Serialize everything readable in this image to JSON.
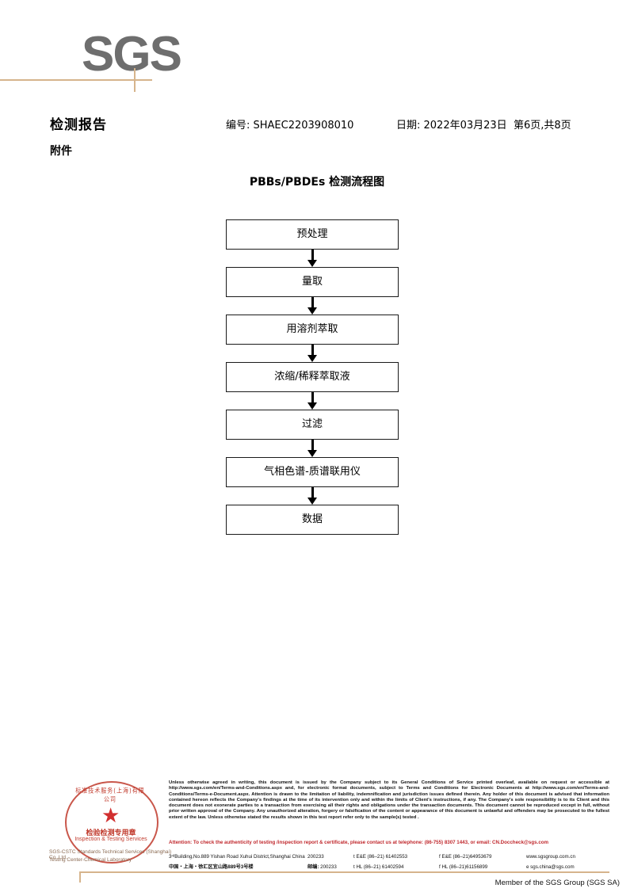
{
  "brand": {
    "logo_text": "SGS"
  },
  "header": {
    "report_title": "检测报告",
    "attachment_label": "附件",
    "report_no": "编号: SHAEC2203908010",
    "date": "日期: 2022年03月23日",
    "page_info": "第6页,共8页"
  },
  "flowchart": {
    "title": "PBBs/PBDEs 检测流程图",
    "steps": [
      {
        "label": "预处理"
      },
      {
        "label": "量取"
      },
      {
        "label": "用溶剂萃取"
      },
      {
        "label": "浓缩/稀释萃取液"
      },
      {
        "label": "过滤"
      },
      {
        "label": "气相色谱-质谱联用仪"
      },
      {
        "label": "数据"
      }
    ]
  },
  "seal": {
    "arc_text": "标准技术服务(上海)有限公司",
    "cn_text": "检验检测专用章",
    "en_text": "Inspection & Testing Services",
    "company_line1": "SGS-CSTC Standards Technical Services (Shanghai) Co.,Ltd.",
    "company_line2": "Testing Center-Chemical Laboratory",
    "star_glyph": "★",
    "color": "#c0392b"
  },
  "footer": {
    "legal_text": "Unless otherwise agreed in writing, this document is issued by the Company subject to its General Conditions of Service printed overleaf, available on request or accessible at http://www.sgs.com/en/Terms-and-Conditions.aspx and, for electronic format documents, subject to Terms and Conditions for Electronic Documents at http://www.sgs.com/en/Terms-and-Conditions/Terms-e-Document.aspx. Attention is drawn to the limitation of liability, indemnification and jurisdiction issues defined therein. Any holder of this document is advised that information contained hereon reflects the Company's findings at the time of its intervention only and within the limits of Client's instructions, if any. The Company's sole responsibility is to its Client and this document does not exonerate parties to a transaction from exercising all their rights and obligations under the transaction documents. This document cannot be reproduced except in full, without prior written approval of the Company. Any unauthorized alteration, forgery or falsification of the content or appearance of this document is unlawful and offenders may be prosecuted to the fullest extent of the law. Unless otherwise stated the results shown in this test report refer only to the sample(s) tested .",
    "attention_text": "Attention: To check the authenticity of testing /inspection report & certificate, please contact us at telephone: (86-755) 8307 1443, or email: CN.Doccheck@sgs.com",
    "address_en": "3ʳᵈBuilding,No.889 Yishan Road Xuhui District,Shanghai China",
    "address_cn": "中国・上海・徐汇区宜山路889号3号楼",
    "zip_en": "200233",
    "zip_cn_label": "邮编:",
    "zip_cn": "200233",
    "tel_en_1": "t E&E (86–21) 61402553",
    "tel_en_2": "f E&E (86–21)64953679",
    "tel_cn_1": "t HL (86–21) 61402594",
    "tel_cn_2": "f HL (86–21)61156899",
    "website": "www.sgsgroup.com.cn",
    "email": "e sgs.china@sgs.com",
    "member_text": "Member of the SGS Group (SGS SA)",
    "rule_color": "#d6b48c"
  }
}
